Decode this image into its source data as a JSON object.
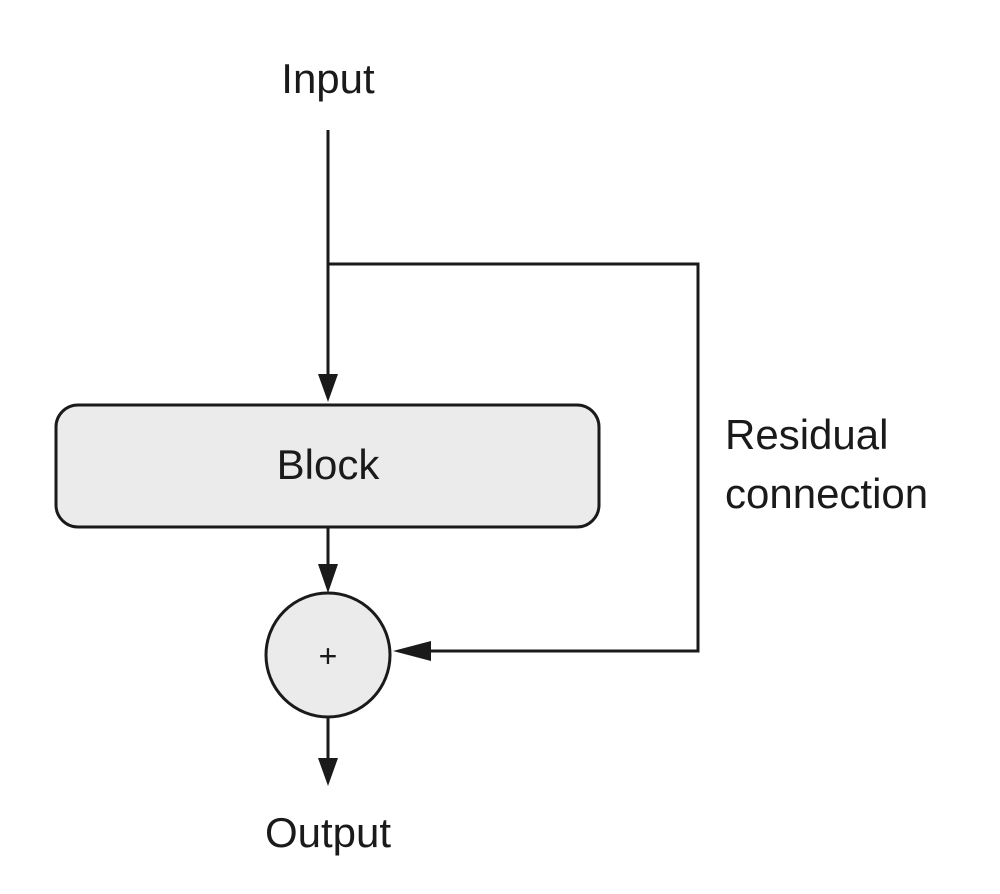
{
  "nodes": {
    "input": {
      "label": "Input"
    },
    "block": {
      "label": "Block"
    },
    "add": {
      "label": "+"
    },
    "output": {
      "label": "Output"
    }
  },
  "edges": {
    "residual": {
      "label_line1": "Residual",
      "label_line2": "connection"
    }
  },
  "colors": {
    "node_fill": "#ebebeb",
    "stroke": "#1a1a1a",
    "text": "#1a1a1a",
    "background": "#ffffff"
  }
}
